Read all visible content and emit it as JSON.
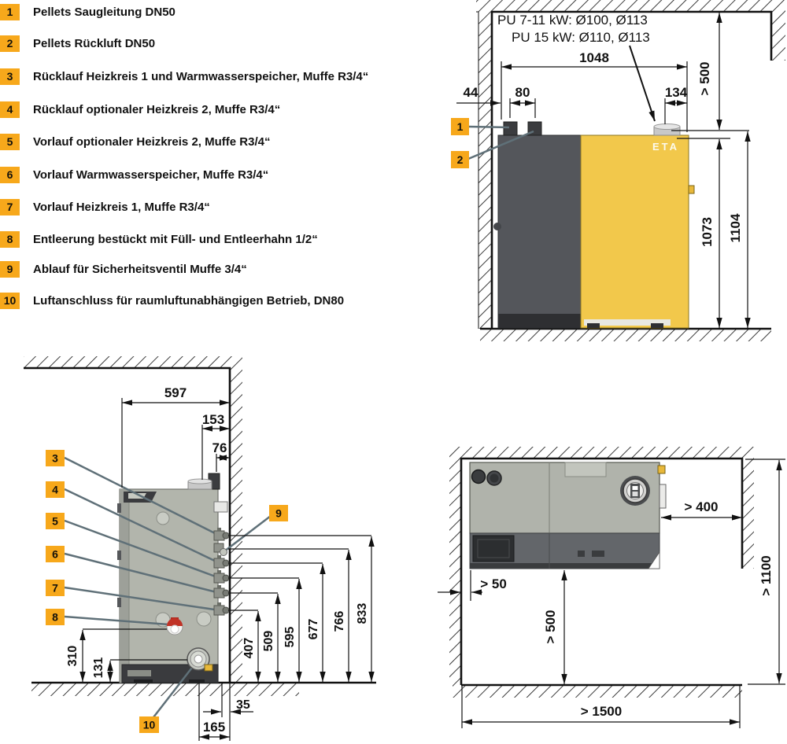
{
  "colors": {
    "accent": "#F7A81B",
    "boiler_yellow": "#F2C84B",
    "boiler_dark": "#54565B",
    "leader": "#5f7078"
  },
  "legend": {
    "items": [
      {
        "num": "1",
        "text": "Pellets Saugleitung DN50"
      },
      {
        "num": "2",
        "text": "Pellets Rückluft DN50"
      },
      {
        "num": "3",
        "text": "Rücklauf Heizkreis 1 und Warmwasserspeicher, Muffe R3/4“"
      },
      {
        "num": "4",
        "text": "Rücklauf optionaler Heizkreis 2, Muffe R3/4“"
      },
      {
        "num": "5",
        "text": "Vorlauf optionaler Heizkreis 2, Muffe R3/4“"
      },
      {
        "num": "6",
        "text": "Vorlauf Warmwasserspeicher, Muffe R3/4“"
      },
      {
        "num": "7",
        "text": "Vorlauf Heizkreis 1, Muffe R3/4“"
      },
      {
        "num": "8",
        "text": "Entleerung bestückt mit Füll- und Entleerhahn 1/2“"
      },
      {
        "num": "9",
        "text": "Ablauf für Sicherheitsventil Muffe 3/4“"
      },
      {
        "num": "10",
        "text": "Luftanschluss für raumluftunabhängigen Betrieb, DN80"
      }
    ]
  },
  "front_view": {
    "note_line1": "PU 7-11 kW: Ø100, Ø113",
    "note_line2": "PU 15 kW: Ø110, Ø113",
    "brand": "ETA",
    "callout_1": "1",
    "callout_2": "2",
    "dims": {
      "width": "1048",
      "pipe_wall_offset": "44",
      "pipe_spacing": "80",
      "flue_edge_offset": "134",
      "top_clearance": "> 500",
      "body_height": "1073",
      "total_height": "1104"
    }
  },
  "side_view": {
    "callout_3": "3",
    "callout_4": "4",
    "callout_5": "5",
    "callout_6": "6",
    "callout_7": "7",
    "callout_8": "8",
    "callout_9": "9",
    "callout_10": "10",
    "dims": {
      "depth": "597",
      "flue_from_wall": "153",
      "pipe_from_wall": "76",
      "height_conn3": "833",
      "height_conn9": "766",
      "height_conn4": "677",
      "height_conn5": "595",
      "height_conn6": "509",
      "height_conn7": "407",
      "height_drain": "310",
      "height_air": "131",
      "wall_gap": "35",
      "air_from_wall": "165"
    }
  },
  "top_view": {
    "dims": {
      "left_clearance": "> 50",
      "right_clearance": "> 400",
      "front_clearance": "> 500",
      "room_depth": "> 1100",
      "room_width": "> 1500"
    }
  }
}
